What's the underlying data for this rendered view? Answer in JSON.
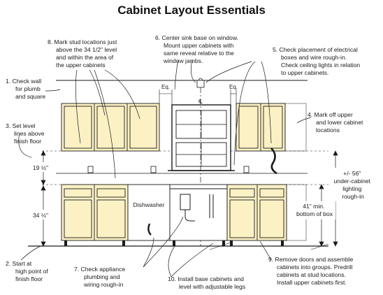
{
  "title": "Cabinet Layout Essentials",
  "notes": {
    "n1": [
      "1.  Check wall",
      "for plumb",
      "and square"
    ],
    "n2": [
      "2.  Start at",
      "high point of",
      "finish floor"
    ],
    "n3": [
      "3.  Set level",
      "lines above",
      "finish floor"
    ],
    "n4": [
      "4.  Mark off upper",
      "and lower cabinet",
      "locations"
    ],
    "n5": [
      "5.  Check placement of electrical",
      "boxes and wire rough-in.",
      "Check ceiling lights in relation",
      "to upper cabinets."
    ],
    "n6": [
      "6.  Center sink base on window.",
      "Mount upper cabinets with",
      "same reveal relative to the",
      "window jambs."
    ],
    "n7": [
      "7.  Check appliance",
      "plumbing and",
      "wiring rough-in"
    ],
    "n8": [
      "8.  Mark stud locations just",
      "above the 34 1/2\" level",
      "and within the area of",
      "the upper cabinets"
    ],
    "n9": [
      "9.  Remove doors and assemble",
      "cabinets into groups. Predrill",
      "cabinets at stud locations.",
      "Install upper cabinets first."
    ],
    "n10": [
      "10.  Install base cabinets and",
      "level with adjustable legs"
    ]
  },
  "dims": {
    "d19": "19 ½\"",
    "d34": "34 ½\"",
    "d56": [
      "+/- 56\"",
      "under-cabinet",
      "lighting",
      "rough-in"
    ],
    "d41": [
      "41\" min.",
      "bottom of box"
    ]
  },
  "labels": {
    "dishwasher": "Dishwasher",
    "eq_left": "Eq.",
    "eq_right": "Eq."
  },
  "colors": {
    "ink": "#1a1a1a",
    "cabinet": "#fbf1c4",
    "cabinet_dark": "#efe0a0",
    "floor": "#cfcfcf",
    "paper": "#ffffff"
  }
}
